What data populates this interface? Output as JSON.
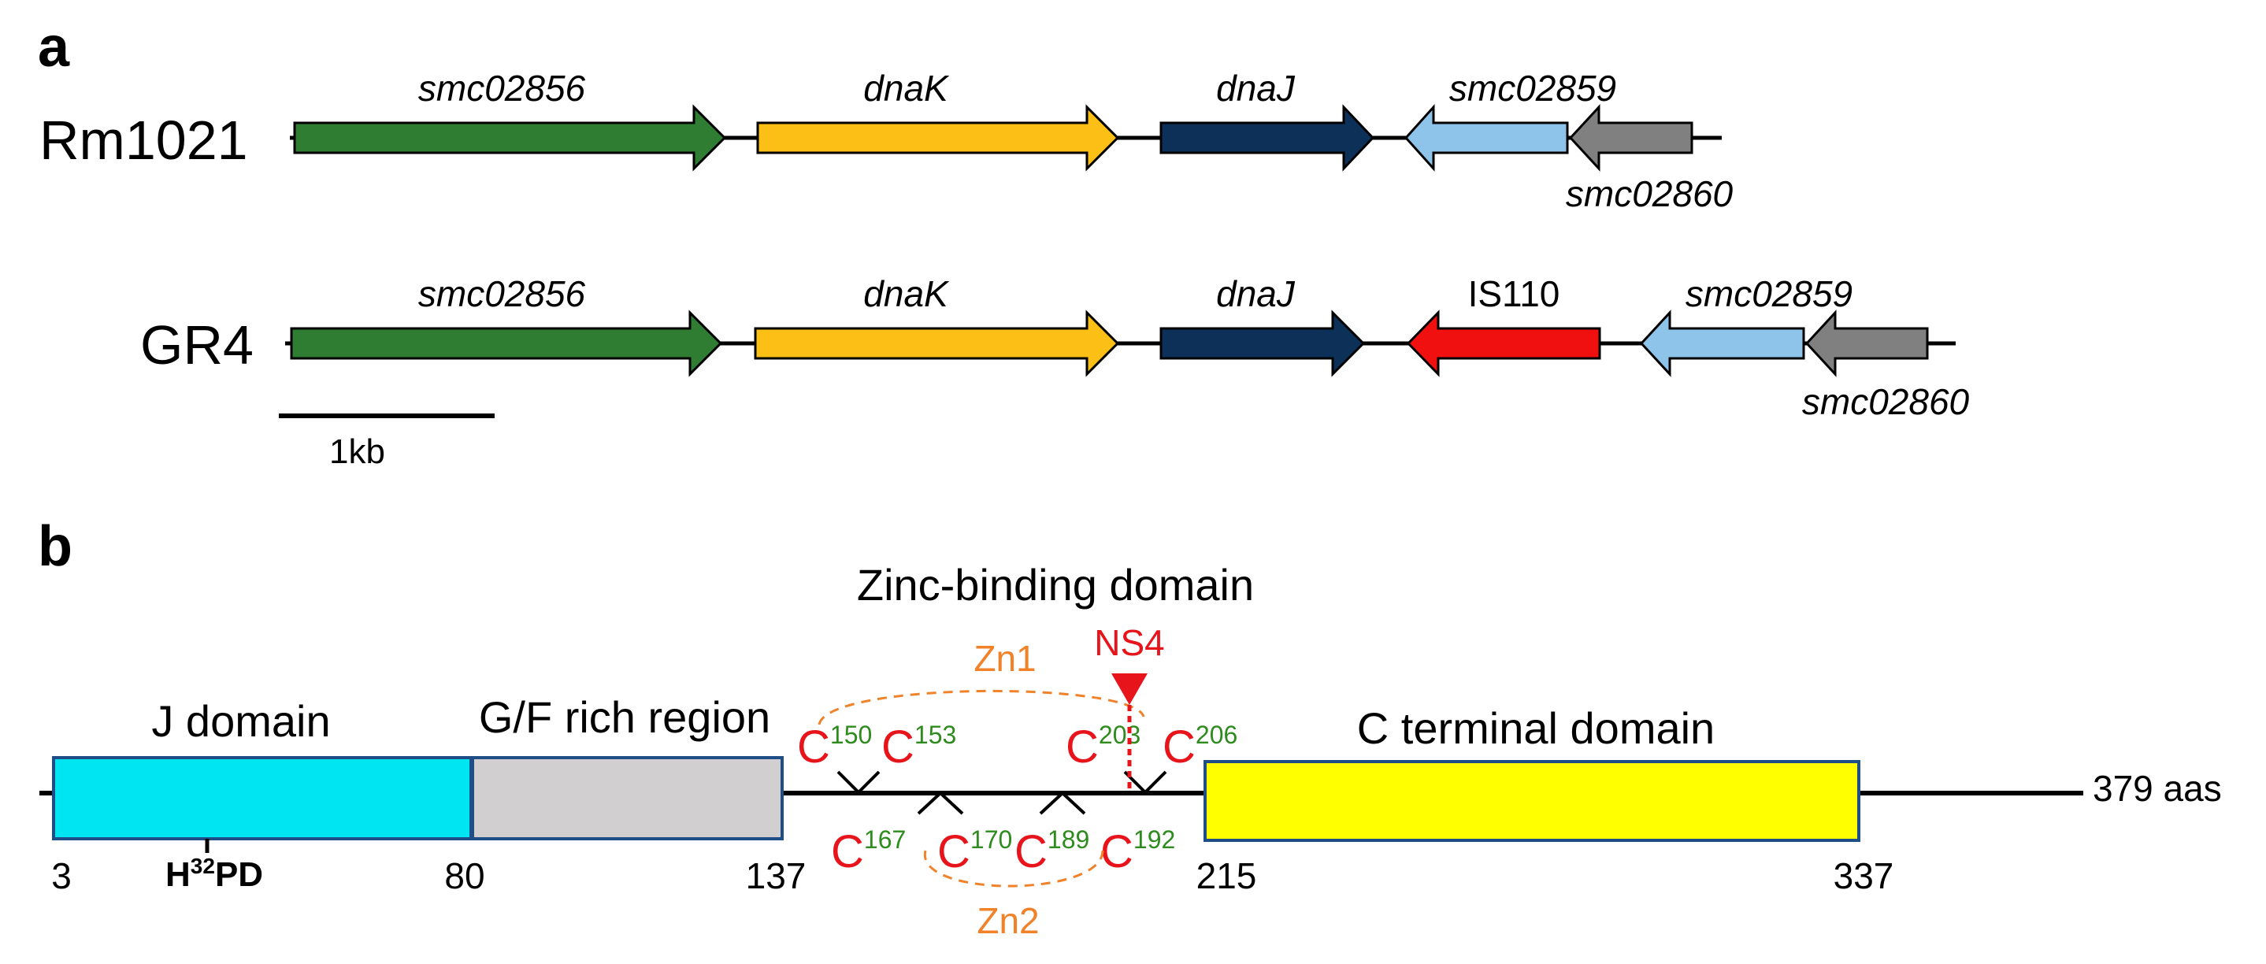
{
  "panels": {
    "a": "a",
    "b": "b"
  },
  "panel_a": {
    "strains": [
      {
        "name": "Rm1021",
        "genes": [
          {
            "label": "smc02856",
            "color": "#2e7d32",
            "direction": "right",
            "italic": true,
            "label_position": "above"
          },
          {
            "label": "dnaK",
            "color": "#fbbf16",
            "direction": "right",
            "italic": true,
            "label_position": "above"
          },
          {
            "label": "dnaJ",
            "color": "#0d3058",
            "direction": "right",
            "italic": true,
            "label_position": "above"
          },
          {
            "label": "smc02859",
            "color": "#8fc4ea",
            "direction": "left",
            "italic": true,
            "label_position": "above"
          },
          {
            "label": "smc02860",
            "color": "#808080",
            "direction": "left",
            "italic": true,
            "label_position": "below"
          }
        ]
      },
      {
        "name": "GR4",
        "genes": [
          {
            "label": "smc02856",
            "color": "#2e7d32",
            "direction": "right",
            "italic": true,
            "label_position": "above"
          },
          {
            "label": "dnaK",
            "color": "#fbbf16",
            "direction": "right",
            "italic": true,
            "label_position": "above"
          },
          {
            "label": "dnaJ",
            "color": "#0d3058",
            "direction": "right",
            "italic": true,
            "label_position": "above"
          },
          {
            "label": "IS110",
            "color": "#f01010",
            "direction": "left",
            "italic": false,
            "label_position": "above"
          },
          {
            "label": "smc02859",
            "color": "#8fc4ea",
            "direction": "left",
            "italic": true,
            "label_position": "above"
          },
          {
            "label": "smc02860",
            "color": "#808080",
            "direction": "left",
            "italic": true,
            "label_position": "below"
          }
        ]
      }
    ],
    "scale_bar": "1kb"
  },
  "panel_b": {
    "title": "Zinc-binding domain",
    "domains": [
      {
        "label": "J domain",
        "color": "#00e5f2"
      },
      {
        "label": "G/F rich region",
        "color": "#d2cfd0"
      },
      {
        "label": "C terminal domain",
        "color": "#ffff00"
      }
    ],
    "domain_border_color": "#1f4e86",
    "positions": {
      "p3": "3",
      "p80": "80",
      "p137": "137",
      "p215": "215",
      "p337": "337"
    },
    "length_label": "379 aas",
    "motif": {
      "h": "H",
      "sup": "32",
      "rest": "PD"
    },
    "cysteines": [
      {
        "letter": "C",
        "number": "150"
      },
      {
        "letter": "C",
        "number": "153"
      },
      {
        "letter": "C",
        "number": "167"
      },
      {
        "letter": "C",
        "number": "170"
      },
      {
        "letter": "C",
        "number": "189"
      },
      {
        "letter": "C",
        "number": "192"
      },
      {
        "letter": "C",
        "number": "203"
      },
      {
        "letter": "C",
        "number": "206"
      }
    ],
    "zinc_sites": [
      "Zn1",
      "Zn2"
    ],
    "insertion": "NS4",
    "colors": {
      "cysteine_letter": "#e8141b",
      "cysteine_number": "#2e8b1e",
      "zinc": "#f0822a",
      "insertion": "#e8141b"
    }
  }
}
